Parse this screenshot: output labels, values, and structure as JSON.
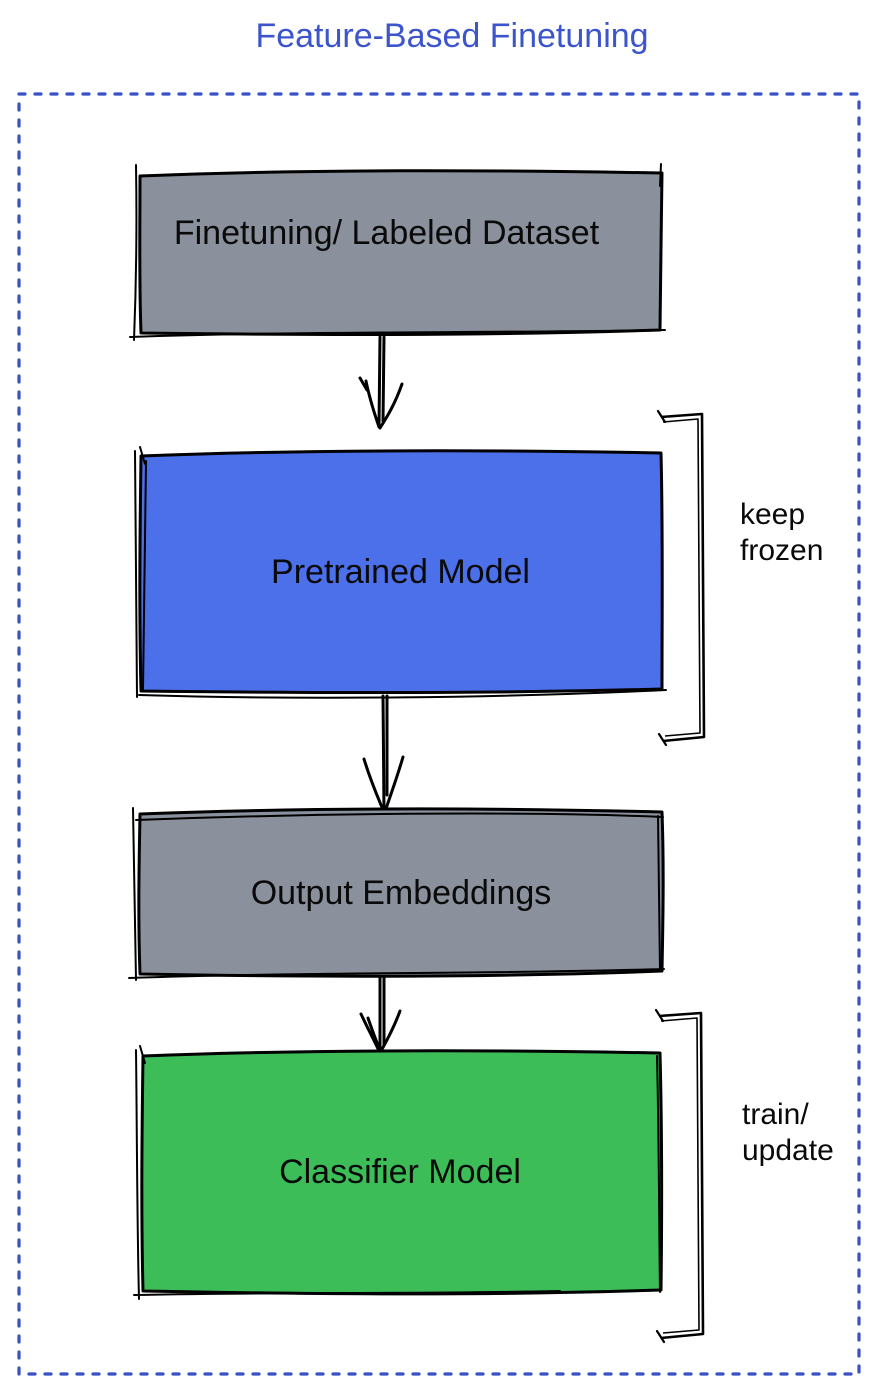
{
  "title": "Feature-Based Finetuning",
  "colors": {
    "title_blue": "#3C55CD",
    "border_blue": "#3A50C5",
    "box_gray": "#8A919C",
    "box_blue": "#4C70E9",
    "box_green": "#3DBD58",
    "ink": "#000000"
  },
  "nodes": {
    "dataset": {
      "label": "Finetuning/ Labeled Dataset",
      "fill": "#8A919C"
    },
    "pretrained": {
      "label": "Pretrained Model",
      "fill": "#4C70E9"
    },
    "embeddings": {
      "label": "Output Embeddings",
      "fill": "#8A919C"
    },
    "classifier": {
      "label": "Classifier Model",
      "fill": "#3DBD58"
    }
  },
  "annotations": {
    "keep_frozen": {
      "line1": "keep",
      "line2": "frozen"
    },
    "train_update": {
      "line1": "train/",
      "line2": "update"
    }
  },
  "edges": [
    {
      "from": "dataset",
      "to": "pretrained"
    },
    {
      "from": "pretrained",
      "to": "embeddings"
    },
    {
      "from": "embeddings",
      "to": "classifier"
    }
  ]
}
